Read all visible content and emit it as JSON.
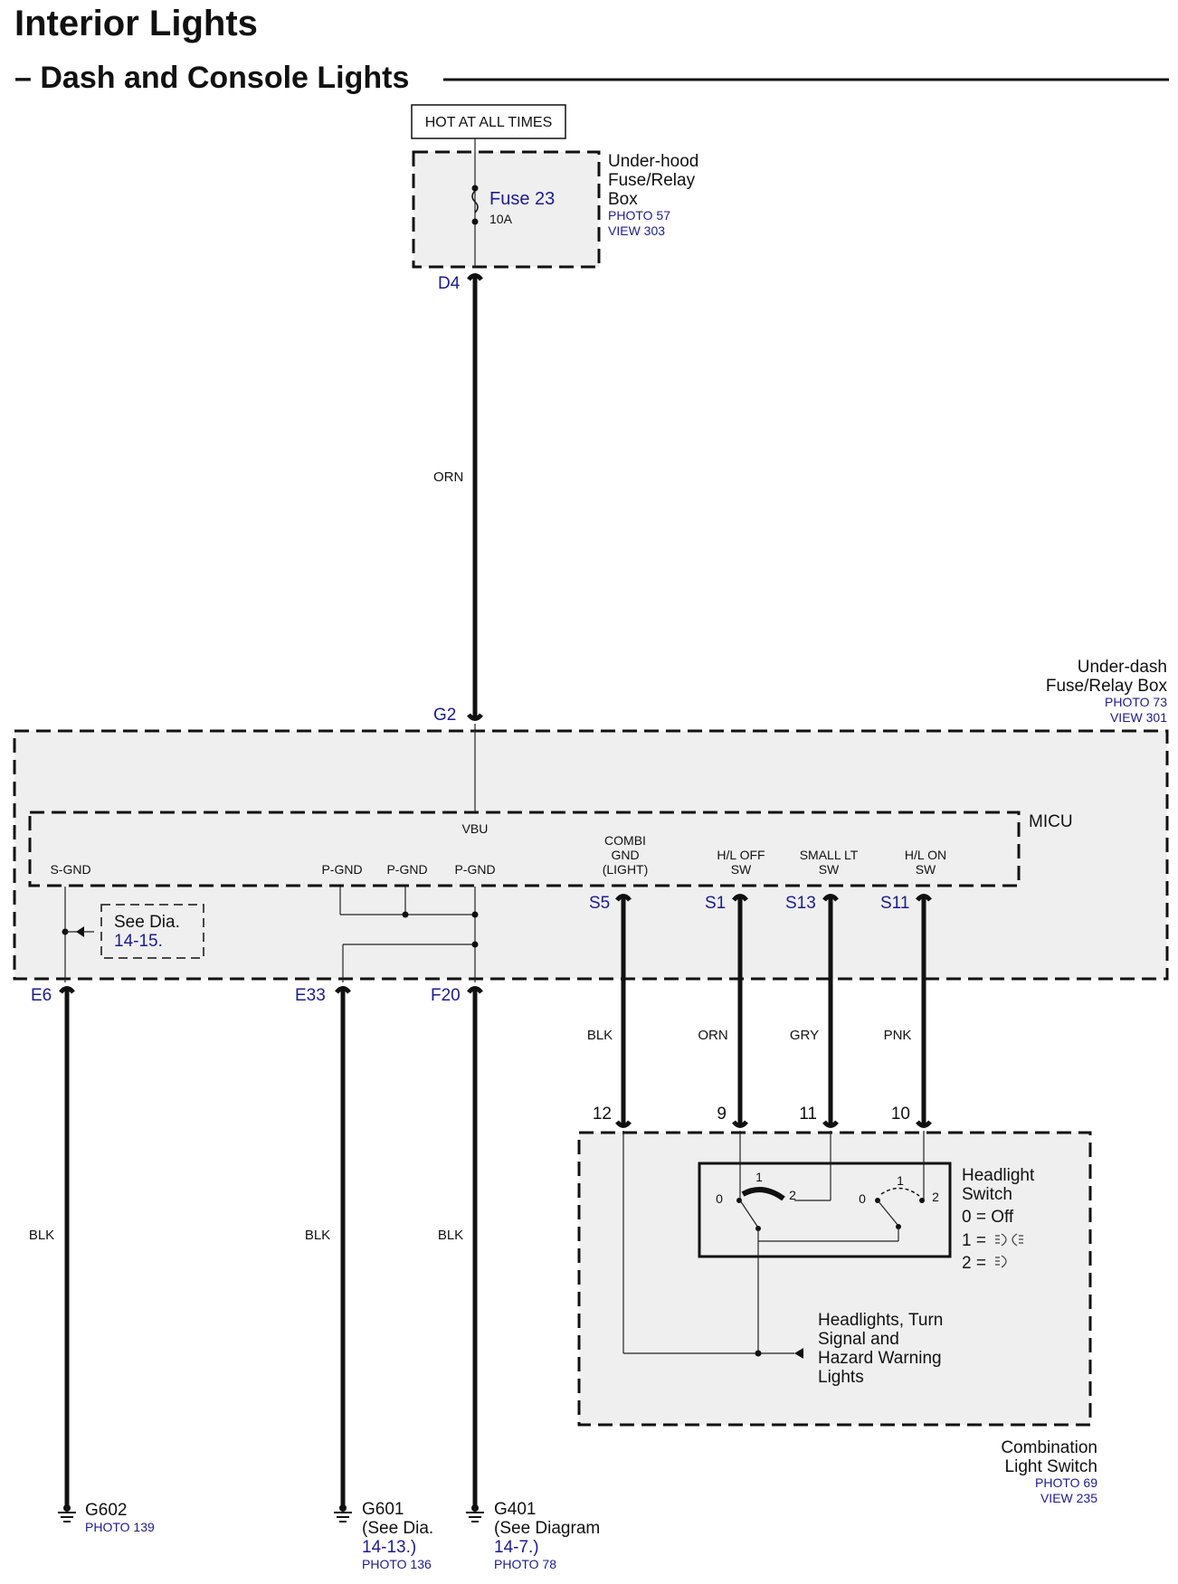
{
  "title": "Interior Lights",
  "subtitle": "– Dash and Console Lights",
  "hot_at_all_times": "HOT AT ALL TIMES",
  "underhood_box": {
    "name_lines": [
      "Under-hood",
      "Fuse/Relay",
      "Box"
    ],
    "photo": "PHOTO 57",
    "view": "VIEW 303",
    "fuse_label": "Fuse 23",
    "fuse_rating": "10A",
    "terminal": "D4"
  },
  "wires": {
    "d4_g2": "ORN",
    "s5": "BLK",
    "s1": "ORN",
    "s13": "GRY",
    "s11": "PNK",
    "e6": "BLK",
    "e33": "BLK",
    "f20": "BLK"
  },
  "underdash_box": {
    "name_lines": [
      "Under-dash",
      "Fuse/Relay Box"
    ],
    "photo": "PHOTO 73",
    "view": "VIEW 301",
    "terminal_g2": "G2"
  },
  "micu": {
    "label": "MICU",
    "vbu": "VBU",
    "s_gnd": "S-GND",
    "p_gnd": "P-GND",
    "combi_gnd_lines": [
      "COMBI",
      "GND",
      "(LIGHT)"
    ],
    "hl_off_lines": [
      "H/L OFF",
      "SW"
    ],
    "small_lt_lines": [
      "SMALL LT",
      "SW"
    ],
    "hl_on_lines": [
      "H/L ON",
      "SW"
    ],
    "see_dia_text": "See Dia.",
    "see_dia_ref": "14-15."
  },
  "terminals": {
    "s5": "S5",
    "s1": "S1",
    "s13": "S13",
    "s11": "S11",
    "e6": "E6",
    "e33": "E33",
    "f20": "F20"
  },
  "combination_switch": {
    "name_lines": [
      "Combination",
      "Light Switch"
    ],
    "photo": "PHOTO 69",
    "view": "VIEW 235",
    "pins": [
      "12",
      "9",
      "11",
      "10"
    ],
    "headlight_switch_lines": [
      "Headlight",
      "Switch"
    ],
    "legend": [
      "0 = Off",
      "1 =",
      "2 ="
    ],
    "positions": [
      "0",
      "1",
      "2"
    ],
    "note_lines": [
      "Headlights, Turn",
      "Signal and",
      "Hazard Warning",
      "Lights"
    ]
  },
  "grounds": [
    {
      "name": "G602",
      "lines": [],
      "photo": "PHOTO 139"
    },
    {
      "name": "G601",
      "lines": [
        "(See Dia.",
        "14-13.)"
      ],
      "photo": "PHOTO 136"
    },
    {
      "name": "G401",
      "lines": [
        "(See Diagram",
        "14-7.)"
      ],
      "photo": "PHOTO 78"
    }
  ]
}
